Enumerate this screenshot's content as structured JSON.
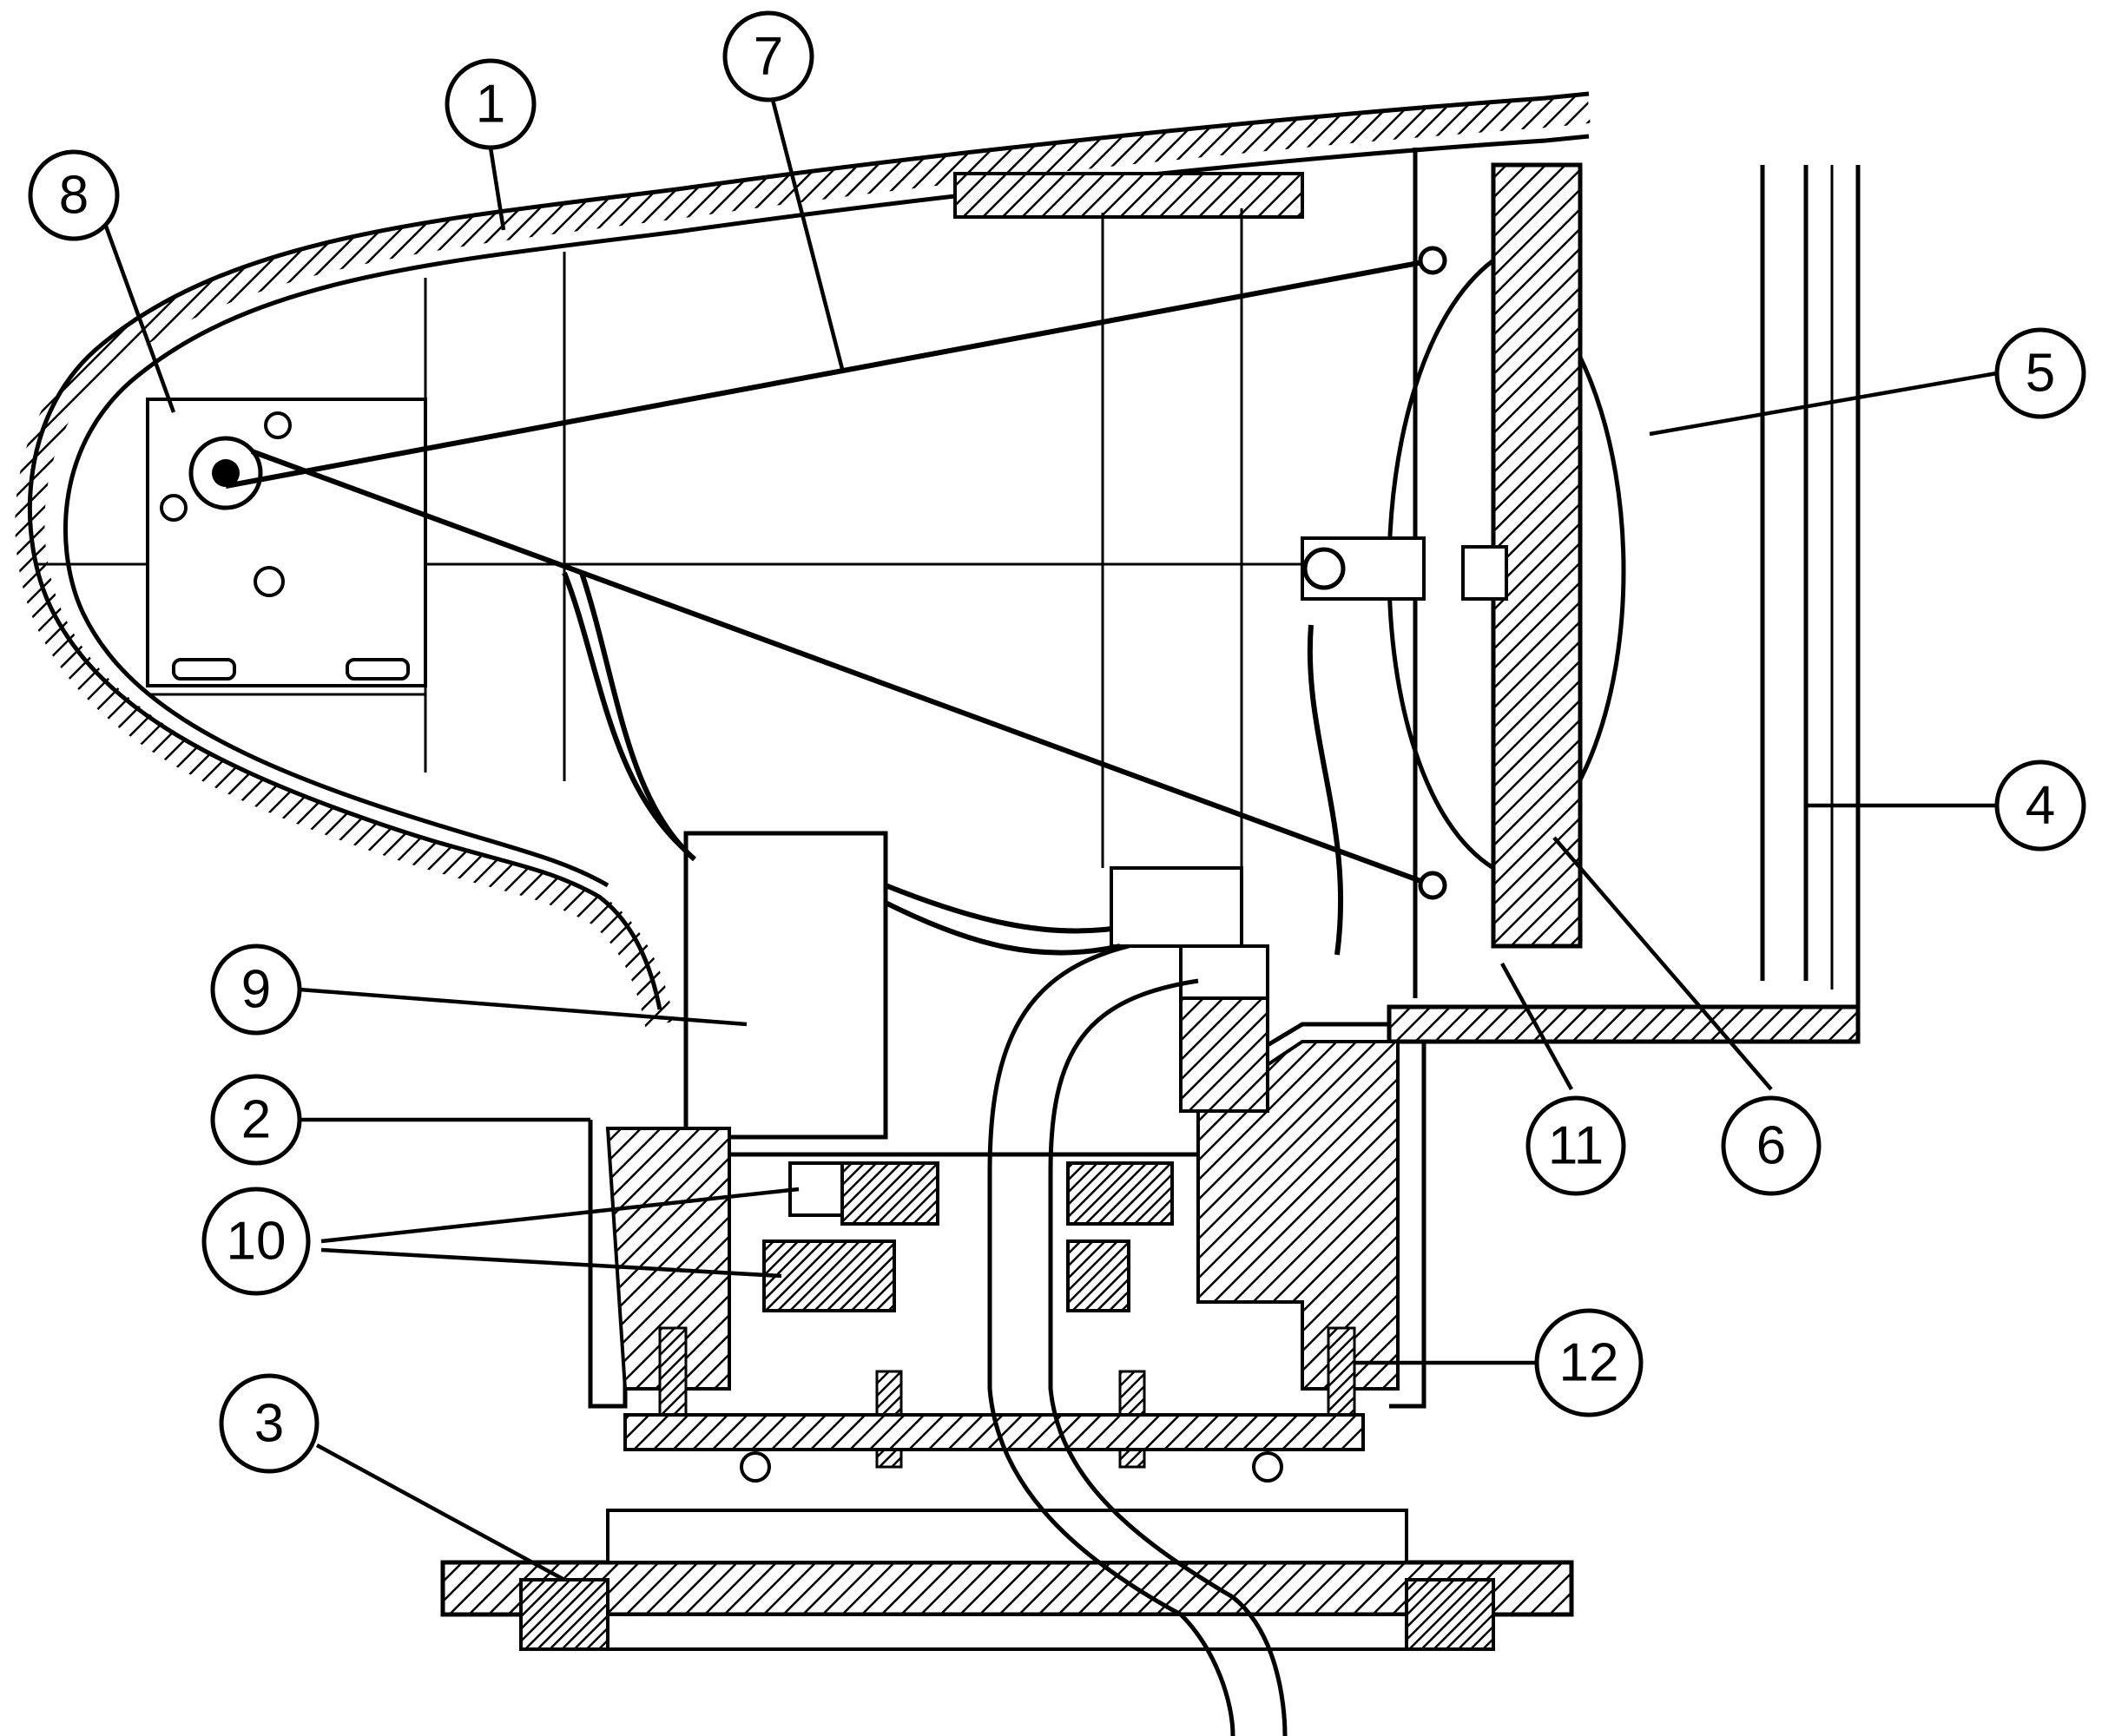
{
  "figure": {
    "callouts": [
      {
        "id": "1",
        "label": "1"
      },
      {
        "id": "2",
        "label": "2"
      },
      {
        "id": "3",
        "label": "3"
      },
      {
        "id": "4",
        "label": "4"
      },
      {
        "id": "5",
        "label": "5"
      },
      {
        "id": "6",
        "label": "6"
      },
      {
        "id": "7",
        "label": "7"
      },
      {
        "id": "8",
        "label": "8"
      },
      {
        "id": "9",
        "label": "9"
      },
      {
        "id": "10",
        "label": "10"
      },
      {
        "id": "11",
        "label": "11"
      },
      {
        "id": "12",
        "label": "12"
      }
    ]
  }
}
